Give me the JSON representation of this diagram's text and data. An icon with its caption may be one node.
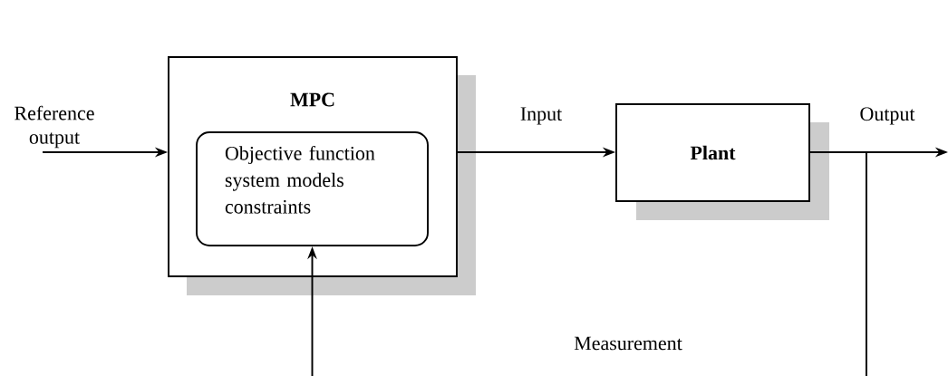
{
  "diagram": {
    "nodes": [
      {
        "text": [
          "MPC"
        ]
      },
      {
        "text": [
          "Objective function system models constraints"
        ],
        "in": 0
      },
      {
        "text": [
          "Plant"
        ]
      }
    ],
    "edges": [
      {
        "from": null,
        "to": 0,
        "arrow": "to",
        "label": "Reference output"
      },
      {
        "from": 0,
        "to": 2,
        "arrow": "to",
        "label": "Input"
      },
      {
        "from": 2,
        "to": null,
        "arrow": "to",
        "label": "Output"
      },
      {
        "from": 2,
        "to": 1,
        "arrow": "to",
        "label": "Measurement"
      }
    ]
  }
}
